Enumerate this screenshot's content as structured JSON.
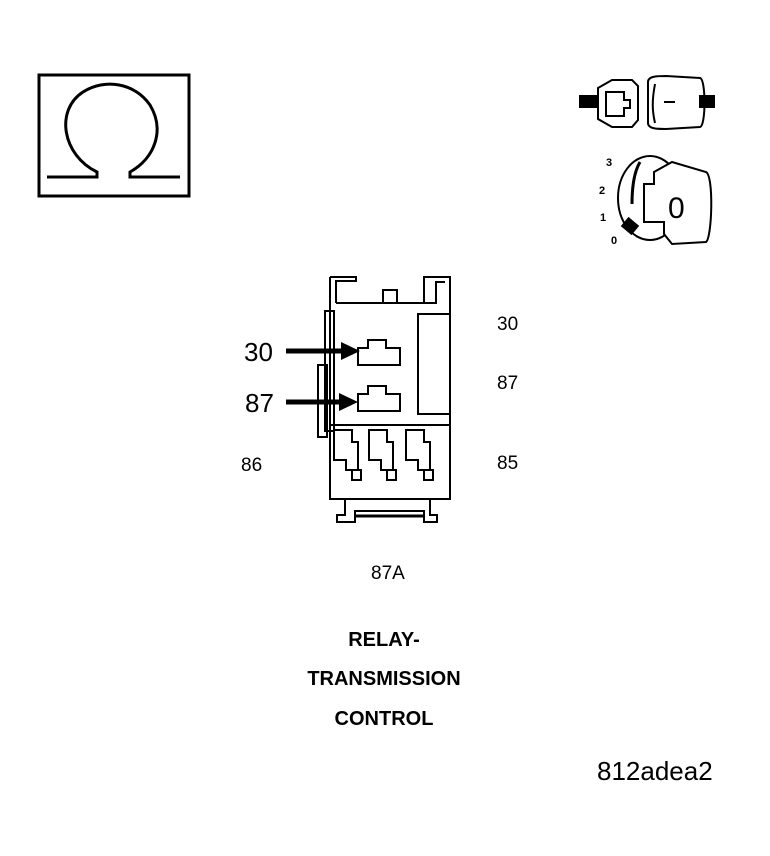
{
  "test_symbol": {
    "icon": "ohm-meter-icon"
  },
  "ignition_key": {
    "positions": [
      "3",
      "2",
      "1",
      "0"
    ],
    "key_label": "0",
    "icon": "ignition-key-icon",
    "connector_icon": "disconnected-connector-icon"
  },
  "relay_connector": {
    "arrow_labels": [
      "30",
      "87"
    ],
    "right_labels": [
      "30",
      "87",
      "85"
    ],
    "left_labels": [
      "86"
    ],
    "bottom_label": "87A"
  },
  "caption": {
    "line1": "RELAY-",
    "line2": "TRANSMISSION",
    "line3": "CONTROL"
  },
  "figure_id": "812adea2"
}
